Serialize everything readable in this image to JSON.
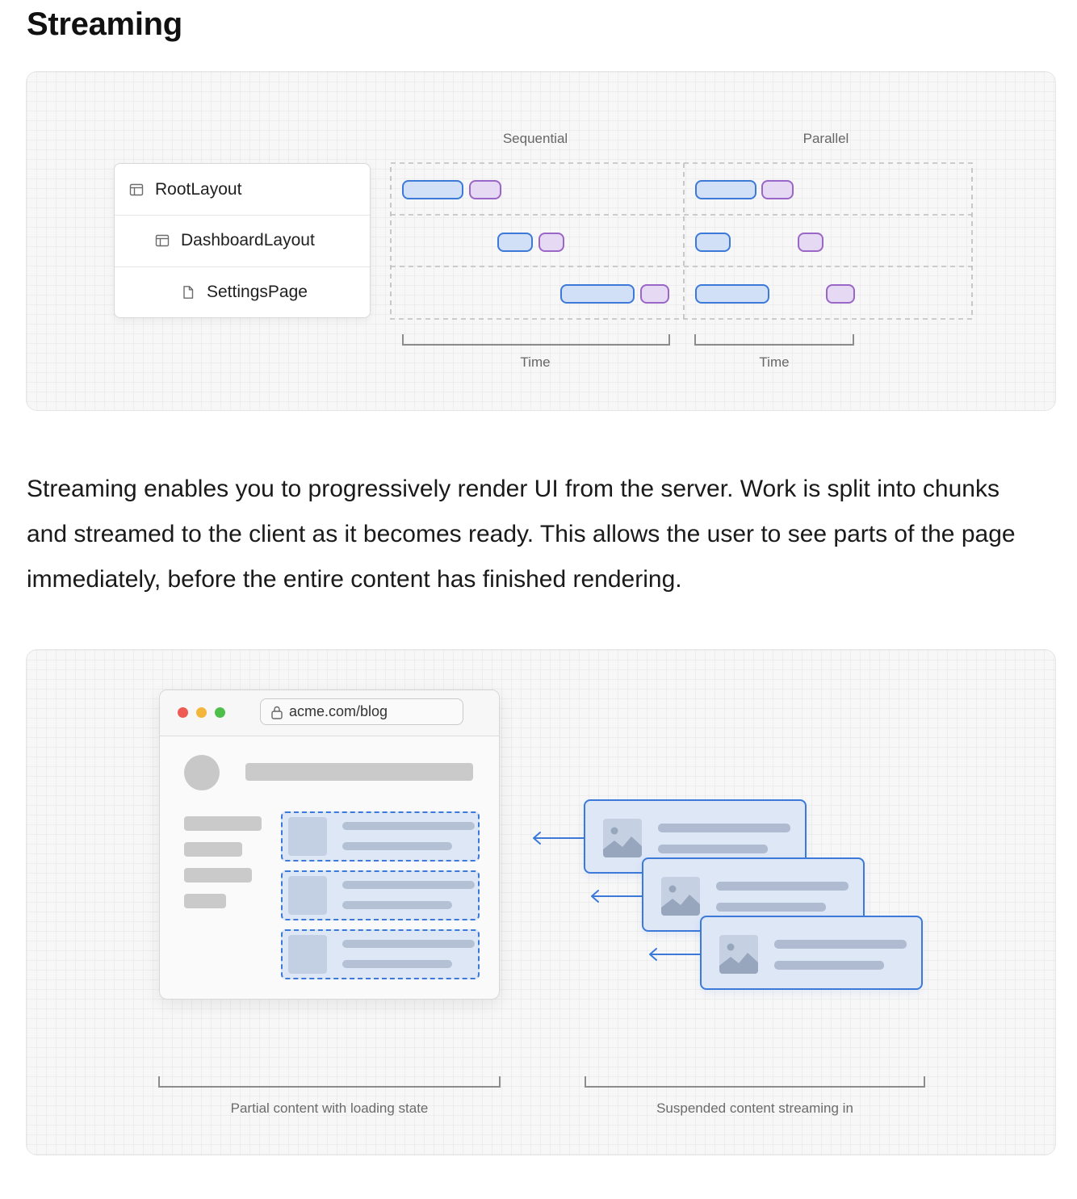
{
  "heading": "Streaming",
  "diagram1": {
    "tree": [
      {
        "label": "RootLayout",
        "icon": "layout-icon"
      },
      {
        "label": "DashboardLayout",
        "icon": "layout-icon"
      },
      {
        "label": "SettingsPage",
        "icon": "page-icon"
      }
    ],
    "sequential_label": "Sequential",
    "parallel_label": "Parallel",
    "time_label_left": "Time",
    "time_label_right": "Time",
    "colors": {
      "blue_fill": "#d2e0f7",
      "blue_stroke": "#3c79d9",
      "purple_fill": "#e6d9f3",
      "purple_stroke": "#9a66c7"
    }
  },
  "paragraph": "Streaming enables you to progressively render UI from the server. Work is split into chunks and streamed to the client as it becomes ready. This allows the user to see parts of the page immediately, before the entire content has finished rendering.",
  "diagram2": {
    "url": "acme.com/blog",
    "caption_left": "Partial content with loading state",
    "caption_right": "Suspended content streaming in",
    "colors": {
      "accent": "#3c79d9",
      "window_red": "#ee5b54",
      "window_yellow": "#f4b63a",
      "window_green": "#4fbf4c"
    }
  }
}
